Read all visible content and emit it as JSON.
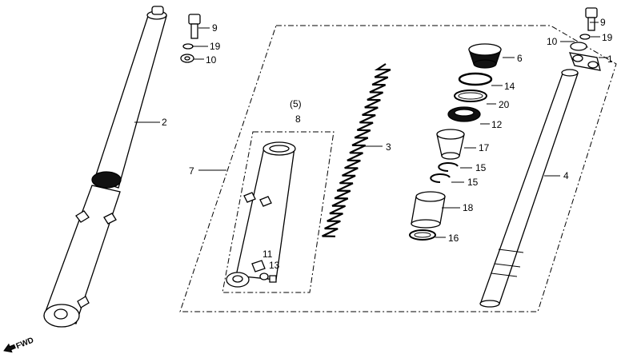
{
  "diagram": {
    "labels": {
      "p1": "1",
      "p2": "2",
      "p3": "3",
      "p4": "4",
      "p5": "(5)",
      "p6": "6",
      "p7": "7",
      "p8": "8",
      "p9a": "9",
      "p9b": "9",
      "p10a": "10",
      "p10b": "10",
      "p11": "11",
      "p12": "12",
      "p13": "13",
      "p14": "14",
      "p15a": "15",
      "p15b": "15",
      "p16": "16",
      "p17": "17",
      "p18": "18",
      "p19a": "19",
      "p19b": "19",
      "p20": "20"
    },
    "direction": "FWD"
  }
}
